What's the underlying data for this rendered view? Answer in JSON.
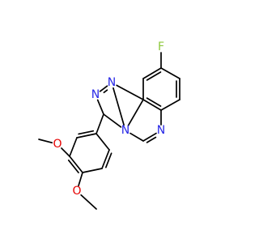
{
  "colors": {
    "bond": "#000000",
    "N": "#2828e6",
    "O": "#e60000",
    "F": "#8cc83c",
    "background": "#ffffff"
  },
  "atoms": {
    "f": {
      "symbol": "F",
      "element": "F"
    },
    "n1": {
      "symbol": "N",
      "element": "N"
    },
    "n2": {
      "symbol": "N",
      "element": "N"
    },
    "n3": {
      "symbol": "N",
      "element": "N"
    },
    "n4": {
      "symbol": "N",
      "element": "N"
    },
    "o1": {
      "symbol": "O",
      "element": "O"
    },
    "o2": {
      "symbol": "O",
      "element": "O"
    }
  }
}
